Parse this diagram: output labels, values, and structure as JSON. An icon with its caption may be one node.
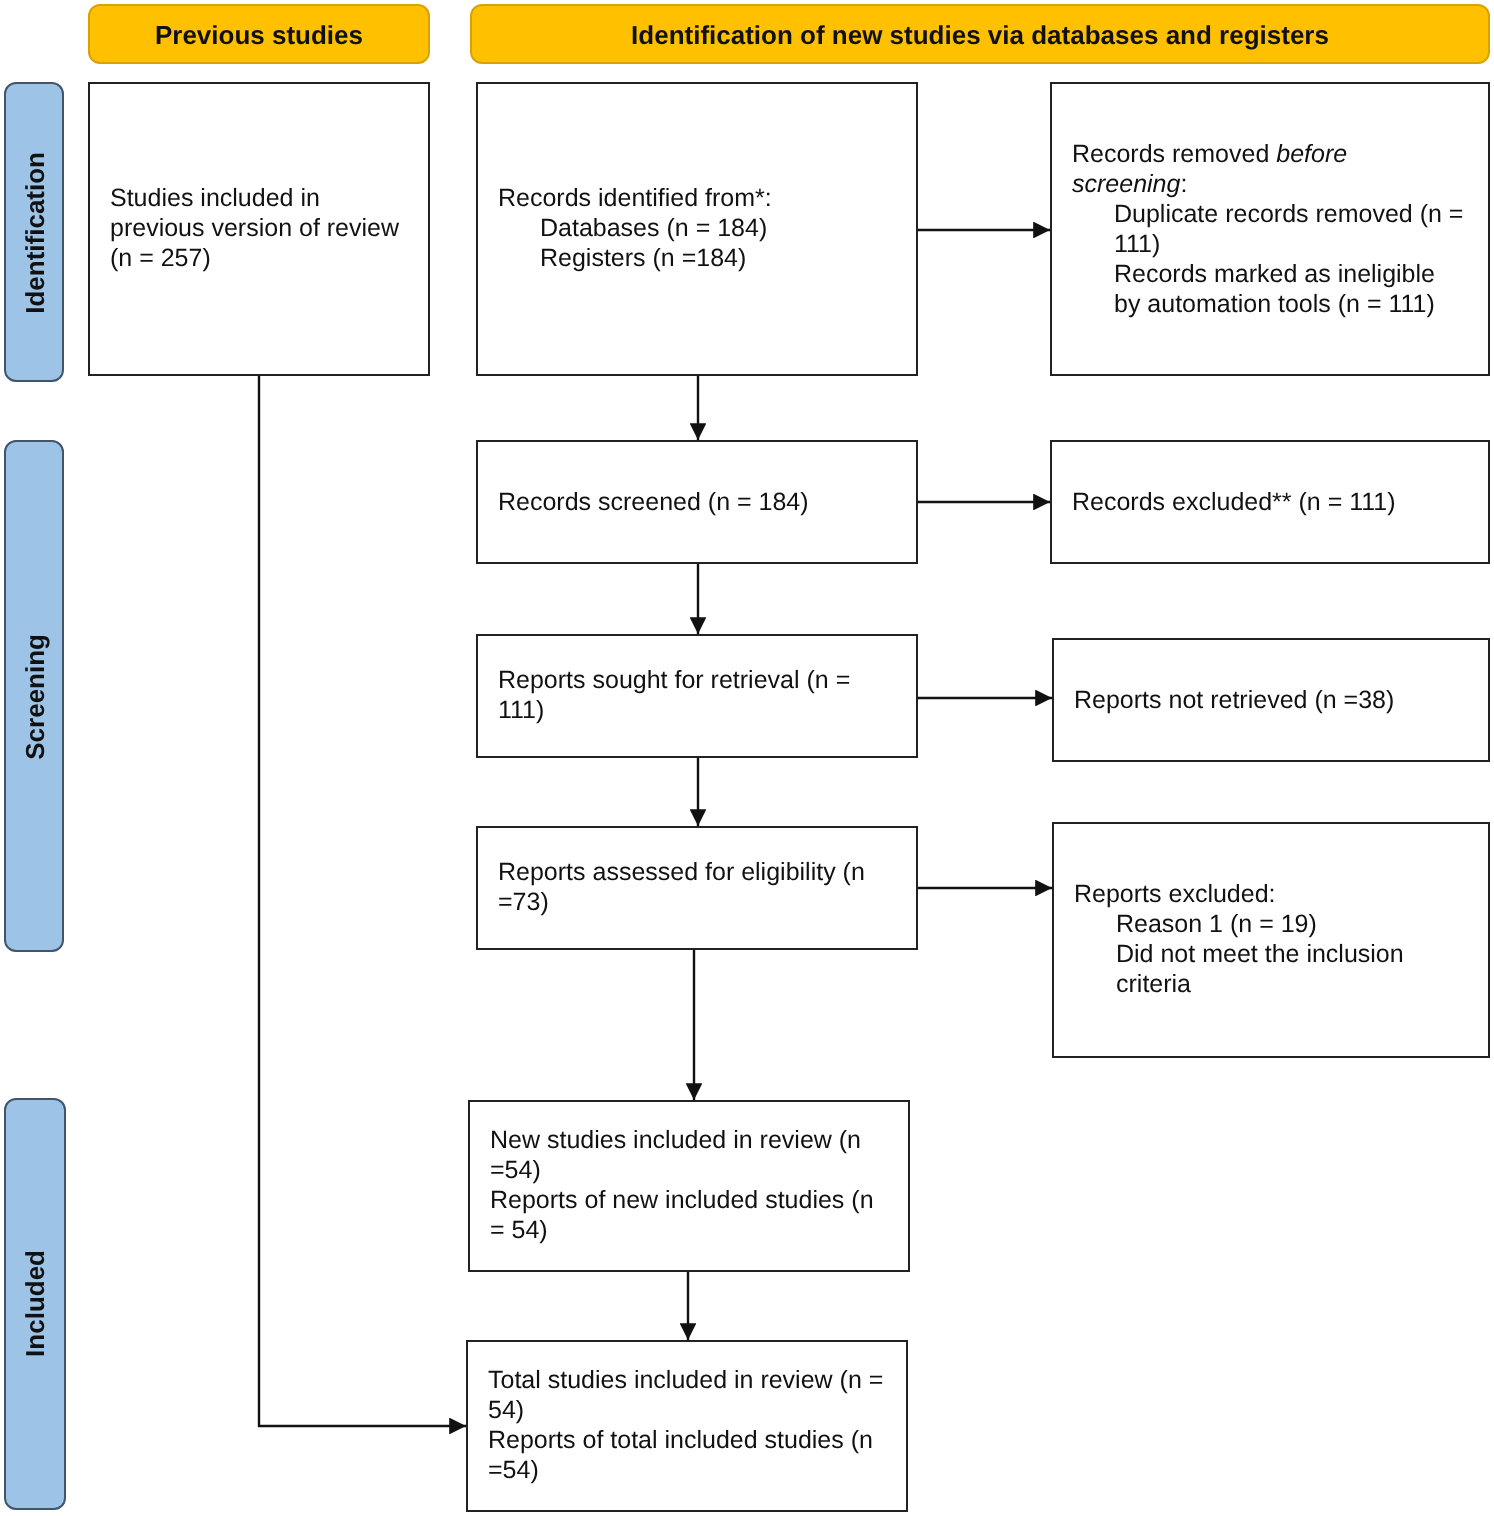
{
  "diagram": {
    "nodes": [
      {
        "text": [
          "Previous studies"
        ]
      },
      {
        "text": [
          "Identification of new studies via databases and registers"
        ]
      },
      {
        "text": [
          "Identification"
        ]
      },
      {
        "text": [
          "Screening"
        ]
      },
      {
        "text": [
          "Included"
        ]
      },
      {
        "text": [
          "Studies included in previous version of review (n = 257)"
        ]
      },
      {
        "text": [
          "Records identified from*:",
          "Databases (n = 184)",
          "Registers (n =184)"
        ]
      },
      {
        "text": [
          "Records removed *before screening*:",
          "Duplicate records removed (n = 111)",
          "Records marked as ineligible by automation tools (n = 111)"
        ]
      },
      {
        "text": [
          "Records screened (n = 184)"
        ]
      },
      {
        "text": [
          "Records excluded** (n = 111)"
        ]
      },
      {
        "text": [
          "Reports sought for retrieval (n = 111)"
        ]
      },
      {
        "text": [
          "Reports not retrieved (n =38)"
        ]
      },
      {
        "text": [
          "Reports assessed for eligibility (n =73)"
        ]
      },
      {
        "text": [
          "Reports excluded:",
          "Reason 1 (n = 19)",
          "Did not meet the inclusion criteria"
        ]
      },
      {
        "text": [
          "New studies included in review (n =54)",
          "Reports of new included studies (n = 54)"
        ]
      },
      {
        "text": [
          "Total studies included in review (n = 54)",
          "Reports of total included studies (n =54)"
        ]
      }
    ],
    "edges": [
      {
        "from": 6,
        "to": 7,
        "arrow": "to"
      },
      {
        "from": 6,
        "to": 8,
        "arrow": "to"
      },
      {
        "from": 8,
        "to": 9,
        "arrow": "to"
      },
      {
        "from": 8,
        "to": 10,
        "arrow": "to"
      },
      {
        "from": 10,
        "to": 11,
        "arrow": "to"
      },
      {
        "from": 10,
        "to": 12,
        "arrow": "to"
      },
      {
        "from": 12,
        "to": 13,
        "arrow": "to"
      },
      {
        "from": 12,
        "to": 14,
        "arrow": "to"
      },
      {
        "from": 14,
        "to": 15,
        "arrow": "to"
      },
      {
        "from": 5,
        "to": 15,
        "arrow": "to"
      }
    ]
  }
}
